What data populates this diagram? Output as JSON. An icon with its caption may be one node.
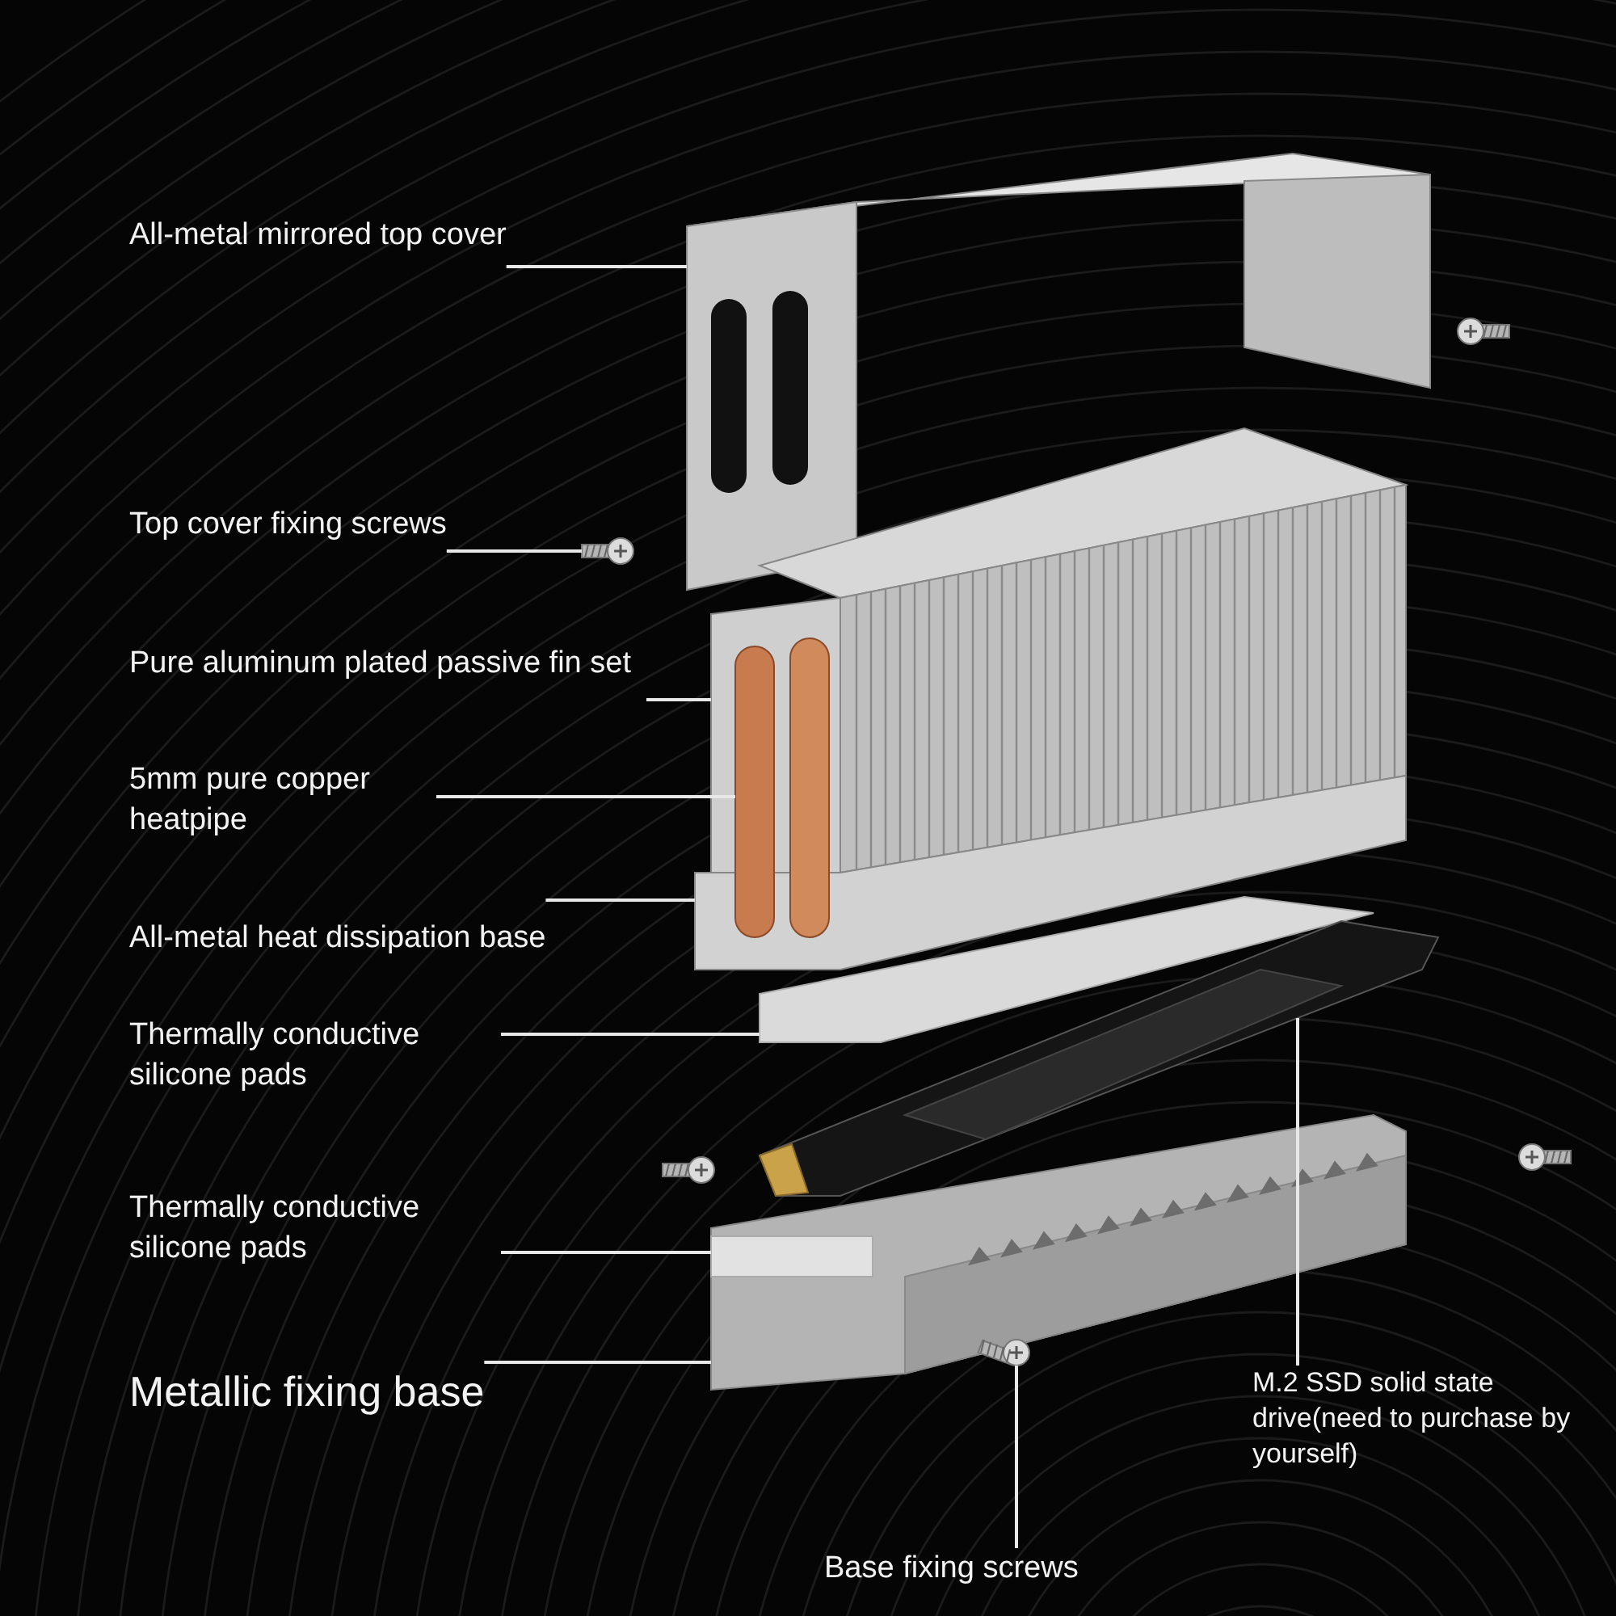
{
  "diagram": {
    "nodes": [
      {
        "text": [
          "All-metal mirrored top cover"
        ]
      },
      {
        "text": [
          "Top cover fixing screws"
        ]
      },
      {
        "text": [
          "Pure aluminum plated passive fin set"
        ]
      },
      {
        "text": [
          "5mm pure copper heatpipe"
        ]
      },
      {
        "text": [
          "All-metal heat dissipation base"
        ]
      },
      {
        "text": [
          "Thermally conductive silicone pads"
        ]
      },
      {
        "text": [
          "Thermally conductive silicone pads"
        ]
      },
      {
        "text": [
          "Metallic fixing base"
        ]
      },
      {
        "text": [
          "M.2 SSD solid state drive(need to purchase by yourself)"
        ]
      },
      {
        "text": [
          "Base fixing screws"
        ]
      },
      {
        "text": [],
        "shape": "picture"
      },
      {
        "text": [],
        "shape": "picture"
      },
      {
        "text": [],
        "shape": "picture"
      },
      {
        "text": [],
        "shape": "picture"
      },
      {
        "text": [],
        "shape": "picture"
      },
      {
        "text": [],
        "shape": "picture"
      },
      {
        "text": [],
        "shape": "picture"
      },
      {
        "text": [],
        "shape": "box",
        "in": 18
      },
      {
        "text": [],
        "shape": "picture"
      },
      {
        "text": [],
        "shape": "picture"
      }
    ],
    "edges": [
      {
        "from": 0,
        "to": 10,
        "arrow": "none"
      },
      {
        "from": 1,
        "to": 11,
        "arrow": "none"
      },
      {
        "from": 2,
        "to": 12,
        "arrow": "none"
      },
      {
        "from": 3,
        "to": 13,
        "arrow": "none"
      },
      {
        "from": 4,
        "to": 14,
        "arrow": "none"
      },
      {
        "from": 5,
        "to": 15,
        "arrow": "none"
      },
      {
        "from": 6,
        "to": 17,
        "arrow": "none"
      },
      {
        "from": 7,
        "to": 18,
        "arrow": "none"
      },
      {
        "from": 8,
        "to": 16,
        "arrow": "none"
      },
      {
        "from": 9,
        "to": 19,
        "arrow": "none"
      }
    ]
  }
}
